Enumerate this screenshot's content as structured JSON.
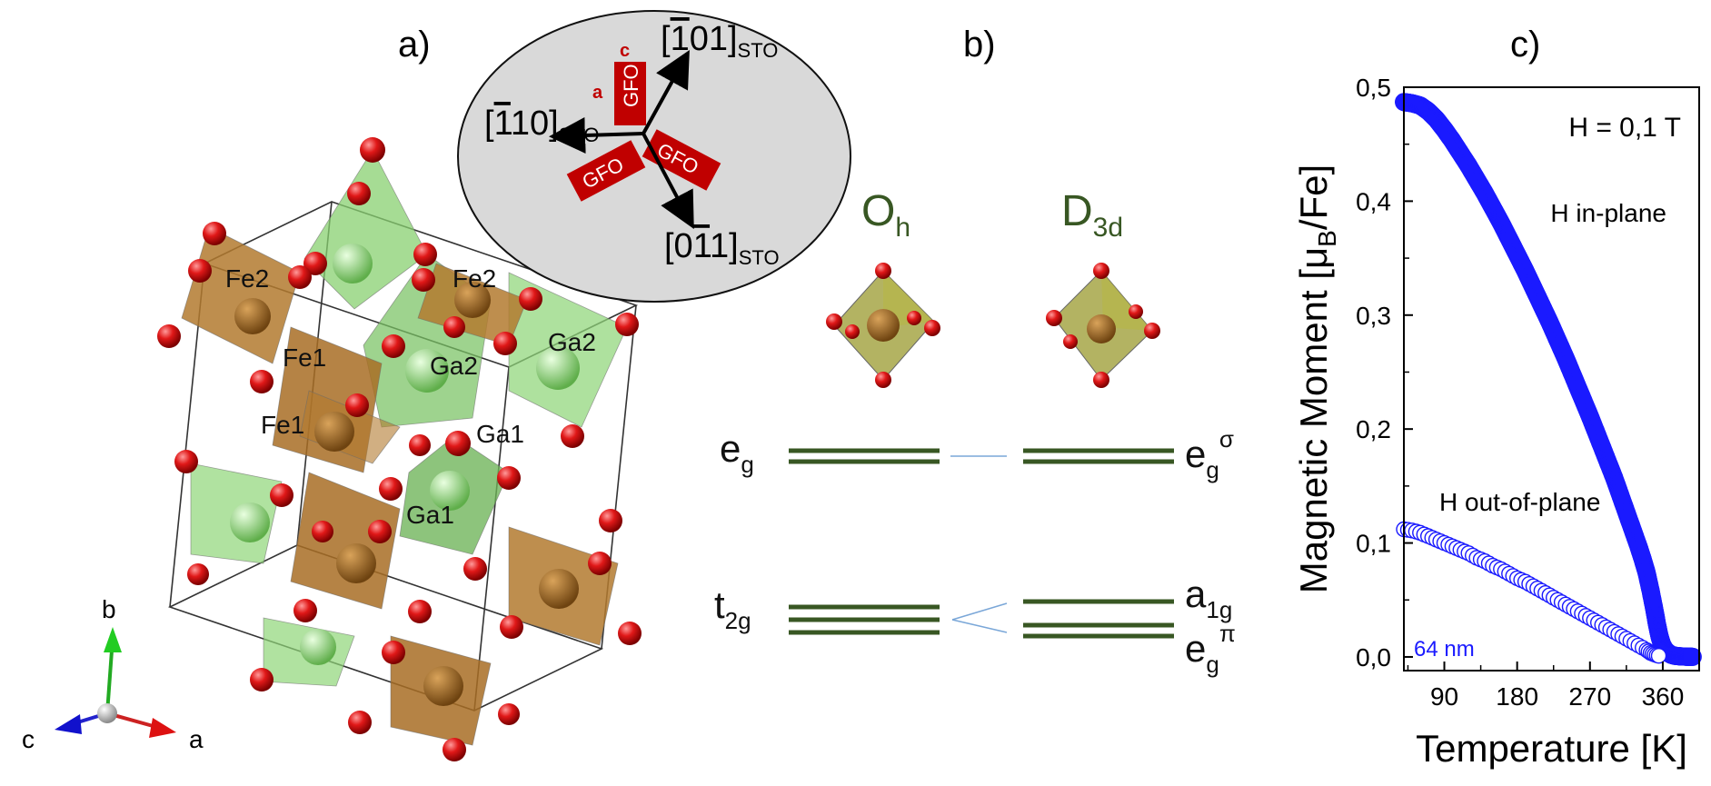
{
  "panels": {
    "a": {
      "label": "a)",
      "atoms": [
        "Fe2",
        "Fe2",
        "Fe1",
        "Ga2",
        "Ga2",
        "Fe1",
        "Ga1",
        "Ga1"
      ],
      "axes": {
        "a": "a",
        "b": "b",
        "c": "c"
      },
      "inset": {
        "directions": [
          {
            "main": "[",
            "bar": "1",
            "rest": "01]",
            "sub": "STO"
          },
          {
            "main": "[",
            "bar": "1",
            "rest": "10]",
            "sub": "STO"
          },
          {
            "main": "[0",
            "bar": "1",
            "rest": "1]",
            "sub": "STO"
          }
        ],
        "domain_label": "GFO",
        "domain_axis_c": "c",
        "domain_axis_a": "a"
      }
    },
    "b": {
      "label": "b)",
      "symmetry_left": {
        "main": "O",
        "sub": "h"
      },
      "symmetry_right": {
        "main": "D",
        "sub": "3d"
      },
      "levels": {
        "eg": {
          "main": "e",
          "sub": "g"
        },
        "t2g": {
          "main": "t",
          "sub": "2g"
        },
        "eg_sigma": {
          "main": "e",
          "sub": "g",
          "sup": "σ"
        },
        "a1g": {
          "main": "a",
          "sub": "1g"
        },
        "eg_pi": {
          "main": "e",
          "sub": "g",
          "sup": "π"
        }
      }
    },
    "c": {
      "label": "c)"
    }
  },
  "chart_data": {
    "type": "scatter",
    "title": "",
    "xlabel": "Temperature [K]",
    "ylabel": {
      "pre": "Magnetic Moment [μ",
      "sub": "B",
      "post": "/Fe]"
    },
    "xlim": [
      40,
      405
    ],
    "ylim": [
      -0.012,
      0.5
    ],
    "xticks": [
      90,
      180,
      270,
      360
    ],
    "yticks": [
      {
        "v": 0.0,
        "label": "0,0"
      },
      {
        "v": 0.1,
        "label": "0,1"
      },
      {
        "v": 0.2,
        "label": "0,2"
      },
      {
        "v": 0.3,
        "label": "0,3"
      },
      {
        "v": 0.4,
        "label": "0,4"
      },
      {
        "v": 0.5,
        "label": "0,5"
      }
    ],
    "annotations": {
      "field": "H = 0,1 T",
      "in_plane": "H in-plane",
      "out_of_plane": "H out-of-plane",
      "thickness": "64 nm"
    },
    "colors": {
      "series": "#1a1aff",
      "thickness_text": "#1a1aff"
    },
    "series": [
      {
        "name": "H in-plane",
        "marker": "filled-circle",
        "points": [
          [
            40,
            0.487
          ],
          [
            50,
            0.486
          ],
          [
            60,
            0.484
          ],
          [
            70,
            0.479
          ],
          [
            80,
            0.472
          ],
          [
            90,
            0.463
          ],
          [
            100,
            0.453
          ],
          [
            110,
            0.442
          ],
          [
            120,
            0.431
          ],
          [
            130,
            0.419
          ],
          [
            140,
            0.407
          ],
          [
            150,
            0.394
          ],
          [
            160,
            0.381
          ],
          [
            170,
            0.367
          ],
          [
            180,
            0.353
          ],
          [
            190,
            0.339
          ],
          [
            200,
            0.324
          ],
          [
            210,
            0.309
          ],
          [
            220,
            0.294
          ],
          [
            230,
            0.278
          ],
          [
            240,
            0.262
          ],
          [
            250,
            0.245
          ],
          [
            260,
            0.228
          ],
          [
            270,
            0.211
          ],
          [
            280,
            0.193
          ],
          [
            290,
            0.175
          ],
          [
            300,
            0.157
          ],
          [
            310,
            0.137
          ],
          [
            320,
            0.117
          ],
          [
            330,
            0.097
          ],
          [
            335,
            0.086
          ],
          [
            340,
            0.074
          ],
          [
            345,
            0.058
          ],
          [
            350,
            0.04
          ],
          [
            353,
            0.028
          ],
          [
            356,
            0.018
          ],
          [
            359,
            0.011
          ],
          [
            362,
            0.007
          ],
          [
            366,
            0.004
          ],
          [
            370,
            0.002
          ],
          [
            375,
            0.001
          ],
          [
            382,
            0.0005
          ],
          [
            390,
            0.0002
          ],
          [
            397,
            0.0001
          ]
        ]
      },
      {
        "name": "H out-of-plane",
        "marker": "open-circle",
        "points": [
          [
            40,
            0.112
          ],
          [
            50,
            0.111
          ],
          [
            60,
            0.109
          ],
          [
            70,
            0.106
          ],
          [
            80,
            0.103
          ],
          [
            90,
            0.1
          ],
          [
            100,
            0.097
          ],
          [
            110,
            0.094
          ],
          [
            120,
            0.091
          ],
          [
            130,
            0.087
          ],
          [
            140,
            0.084
          ],
          [
            150,
            0.08
          ],
          [
            160,
            0.077
          ],
          [
            170,
            0.073
          ],
          [
            180,
            0.069
          ],
          [
            190,
            0.066
          ],
          [
            200,
            0.062
          ],
          [
            210,
            0.058
          ],
          [
            220,
            0.054
          ],
          [
            230,
            0.05
          ],
          [
            240,
            0.046
          ],
          [
            250,
            0.042
          ],
          [
            260,
            0.038
          ],
          [
            270,
            0.034
          ],
          [
            280,
            0.03
          ],
          [
            290,
            0.026
          ],
          [
            300,
            0.022
          ],
          [
            310,
            0.018
          ],
          [
            320,
            0.014
          ],
          [
            330,
            0.01
          ],
          [
            340,
            0.006
          ],
          [
            345,
            0.0035
          ],
          [
            350,
            0.002
          ],
          [
            355,
            0.001
          ]
        ]
      }
    ]
  }
}
